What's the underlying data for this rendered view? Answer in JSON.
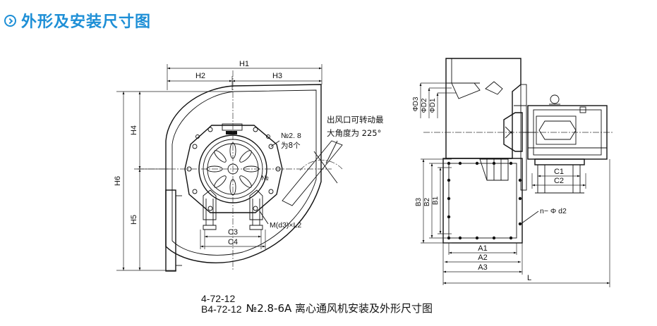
{
  "header": {
    "title": "外形及安装尺寸图",
    "icon": "chevron-circle-icon",
    "accent_color": "#1e8fd6"
  },
  "front_view": {
    "dims": {
      "h1": "H1",
      "h2": "H2",
      "h3": "H3",
      "h4": "H4",
      "h5": "H5",
      "h6": "H6",
      "c3": "C3",
      "c4": "C4"
    },
    "note_outlet_line1": "出风口可转动最",
    "note_outlet_line2": "大角度为 225°",
    "note_size_line1": "№2. 8",
    "note_size_line2": "为8个",
    "label_no": "№",
    "label_bolt": "M(d3)×L2"
  },
  "side_view": {
    "dims": {
      "d3": "ΦD3",
      "d2": "ΦD2",
      "d1": "ΦD1",
      "b3": "B3",
      "b2": "B2",
      "b1": "B1",
      "a1": "A1",
      "a2": "A2",
      "a3": "A3",
      "c1": "C1",
      "c2": "C2",
      "l": "L",
      "holes": "n− Φ d2"
    }
  },
  "caption": {
    "model_1": "4-72-12",
    "model_2": "B4-72-12",
    "text": "№2.8-6A 离心通风机安装及外形尺寸图"
  }
}
